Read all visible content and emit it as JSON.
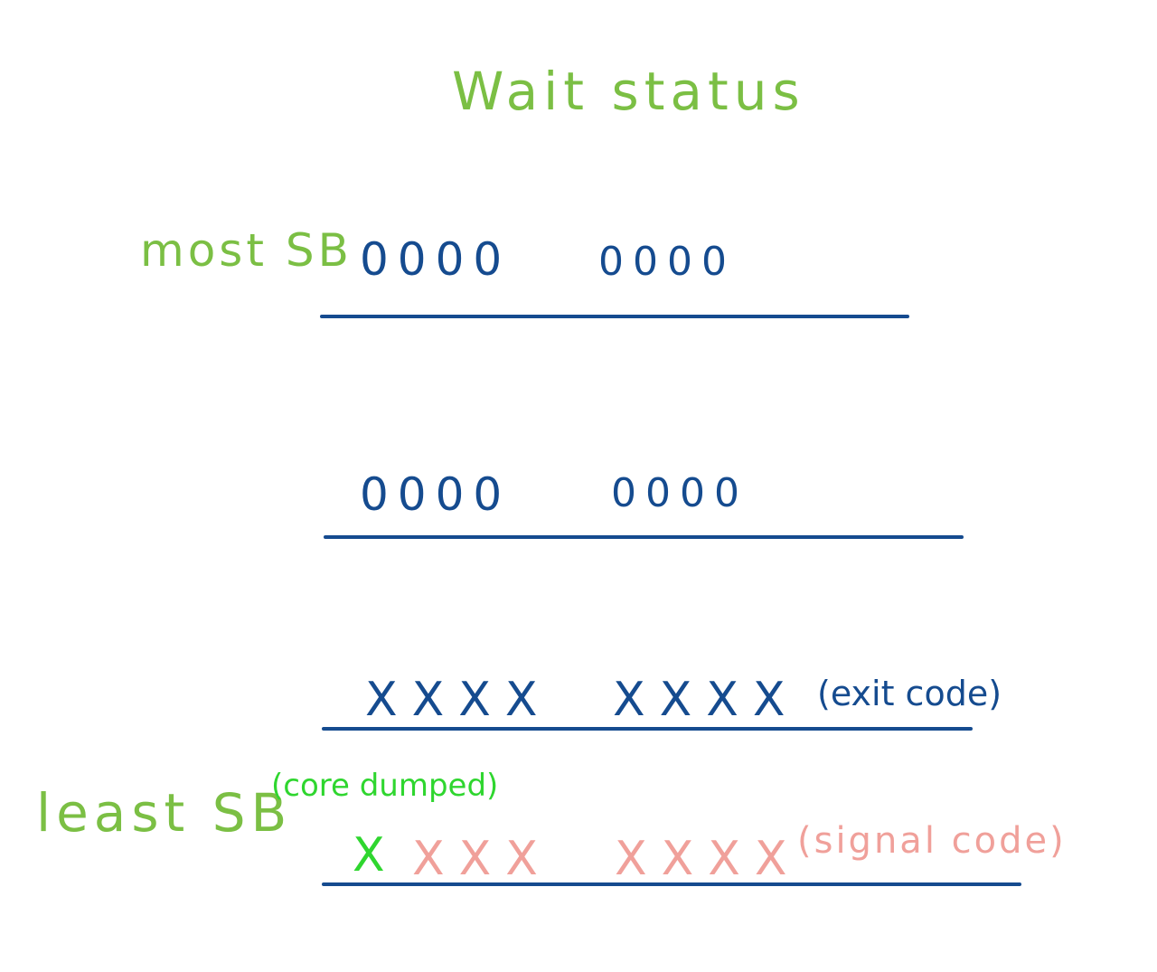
{
  "title": "Wait status",
  "labels": {
    "most": "most SB",
    "least": "least SB"
  },
  "rows": [
    {
      "group1": "0000",
      "group2": "0000"
    },
    {
      "group1": "0000",
      "group2": "0000"
    },
    {
      "group1": "XXXX",
      "group2": "XXXX",
      "note": "(exit code)"
    },
    {
      "first_bit": "X",
      "group1_rest": "XXX",
      "group2": "XXXX",
      "note": "(signal code)",
      "first_bit_note": "(core dumped)"
    }
  ],
  "colors": {
    "green_label": "#7bbf44",
    "blue_ink": "#154b8f",
    "bright_green": "#2fd62f",
    "pink": "#f0a09a"
  }
}
